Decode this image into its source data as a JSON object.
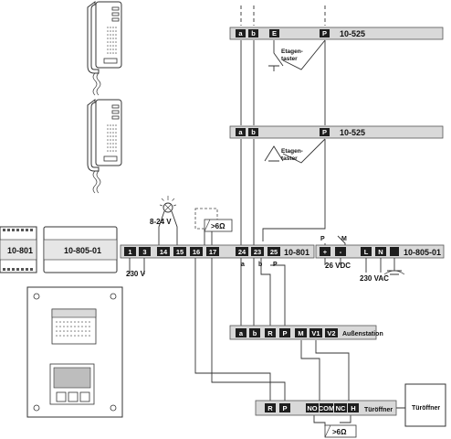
{
  "bus_bars": [
    {
      "id": "floor-1",
      "model": "10-525",
      "terminals": [
        "a",
        "b",
        "E",
        "P"
      ],
      "button_label_line1": "Etagen-",
      "button_label_line2": "taster"
    },
    {
      "id": "floor-2",
      "model": "10-525",
      "terminals": [
        "a",
        "b",
        "P"
      ],
      "button_label_line1": "Etagen-",
      "button_label_line2": "taster"
    }
  ],
  "control_unit": {
    "model": "10-801",
    "terminals": [
      "1",
      "3",
      "14",
      "15",
      "16",
      "17",
      "24",
      "23",
      "25"
    ],
    "supply_label": "230  V",
    "bell_voltage": "8-24 V",
    "bell_contact": ">6Ω",
    "bus_sub": {
      "a": "a",
      "b": "b",
      "p": "P"
    },
    "power_labels": {
      "p": "P",
      "m": "M"
    }
  },
  "power_unit": {
    "model": "10-805-01",
    "terminals": [
      "+",
      "-",
      "L",
      "N"
    ],
    "dc_label": "26 VDC",
    "ac_label": "230 VAC"
  },
  "modules": {
    "left": "10-801",
    "right": "10-805-01"
  },
  "outdoor_station": {
    "label": "Außenstation",
    "terminals": [
      "a",
      "b",
      "R",
      "P",
      "M",
      "V1",
      "V2"
    ]
  },
  "door_opener_bar": {
    "label": "Türöffner",
    "terminals": [
      "R",
      "P",
      "NO",
      "COM",
      "NC",
      "H"
    ],
    "contact": ">6Ω"
  },
  "door_opener": {
    "label": "Türöffner"
  }
}
